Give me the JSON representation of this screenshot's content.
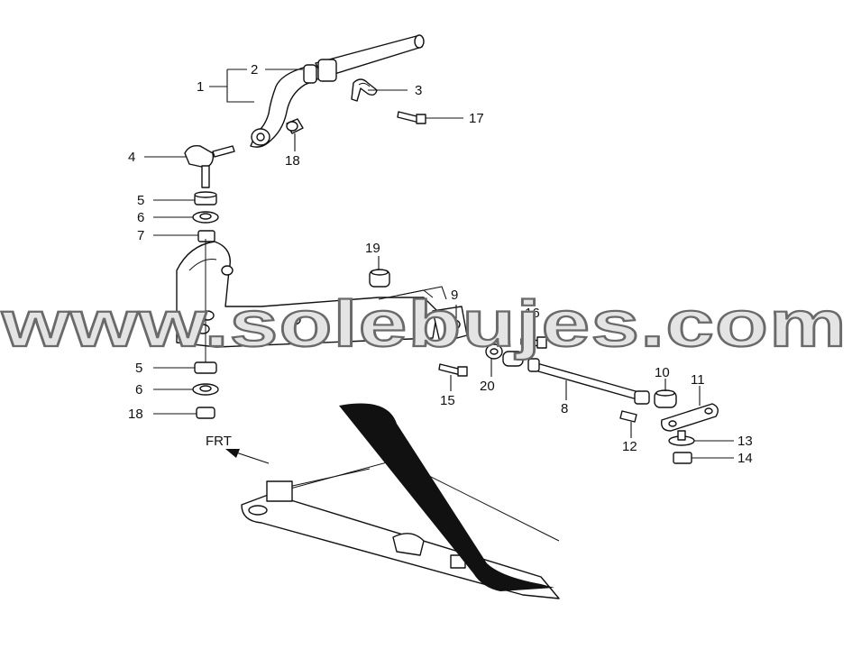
{
  "diagram": {
    "callouts": [
      {
        "id": "c1",
        "label": "1"
      },
      {
        "id": "c2",
        "label": "2"
      },
      {
        "id": "c3",
        "label": "3"
      },
      {
        "id": "c17",
        "label": "17"
      },
      {
        "id": "c4",
        "label": "4"
      },
      {
        "id": "c18a",
        "label": "18"
      },
      {
        "id": "c5a",
        "label": "5"
      },
      {
        "id": "c6a",
        "label": "6"
      },
      {
        "id": "c7",
        "label": "7"
      },
      {
        "id": "c19",
        "label": "19"
      },
      {
        "id": "c9",
        "label": "9"
      },
      {
        "id": "c16",
        "label": "16"
      },
      {
        "id": "c5b",
        "label": "5"
      },
      {
        "id": "c6b",
        "label": "6"
      },
      {
        "id": "c18b",
        "label": "18"
      },
      {
        "id": "c15",
        "label": "15"
      },
      {
        "id": "c20",
        "label": "20"
      },
      {
        "id": "c8",
        "label": "8"
      },
      {
        "id": "c10",
        "label": "10"
      },
      {
        "id": "c11",
        "label": "11"
      },
      {
        "id": "c12",
        "label": "12"
      },
      {
        "id": "c13",
        "label": "13"
      },
      {
        "id": "c14",
        "label": "14"
      }
    ],
    "direction_label": "FRT",
    "watermark": "www.solebujes.com"
  }
}
